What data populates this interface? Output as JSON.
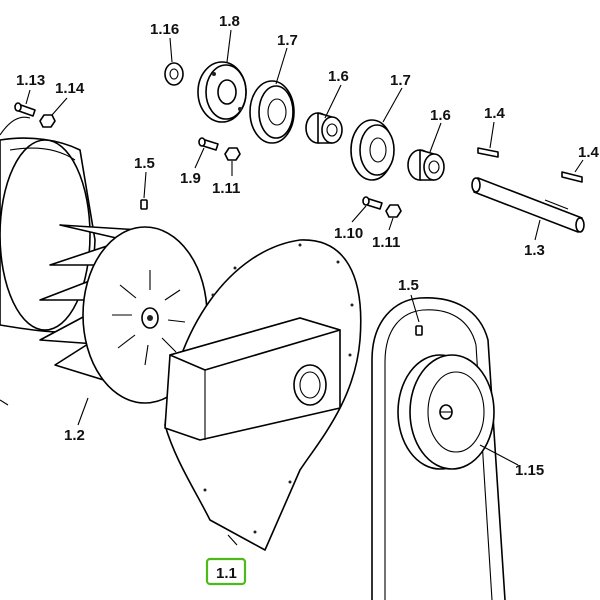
{
  "callouts": {
    "c_1_1": "1.1",
    "c_1_2": "1.2",
    "c_1_3": "1.3",
    "c_1_4a": "1.4",
    "c_1_4b": "1.4",
    "c_1_5a": "1.5",
    "c_1_5b": "1.5",
    "c_1_6a": "1.6",
    "c_1_6b": "1.6",
    "c_1_7a": "1.7",
    "c_1_7b": "1.7",
    "c_1_8": "1.8",
    "c_1_9": "1.9",
    "c_1_10": "1.10",
    "c_1_11a": "1.11",
    "c_1_11b": "1.11",
    "c_1_13": "1.13",
    "c_1_14": "1.14",
    "c_1_15": "1.15",
    "c_1_16": "1.16"
  },
  "selected_callout": "1.1",
  "colors": {
    "line": "#000000",
    "background": "#ffffff",
    "highlight": "#4cbb17"
  }
}
